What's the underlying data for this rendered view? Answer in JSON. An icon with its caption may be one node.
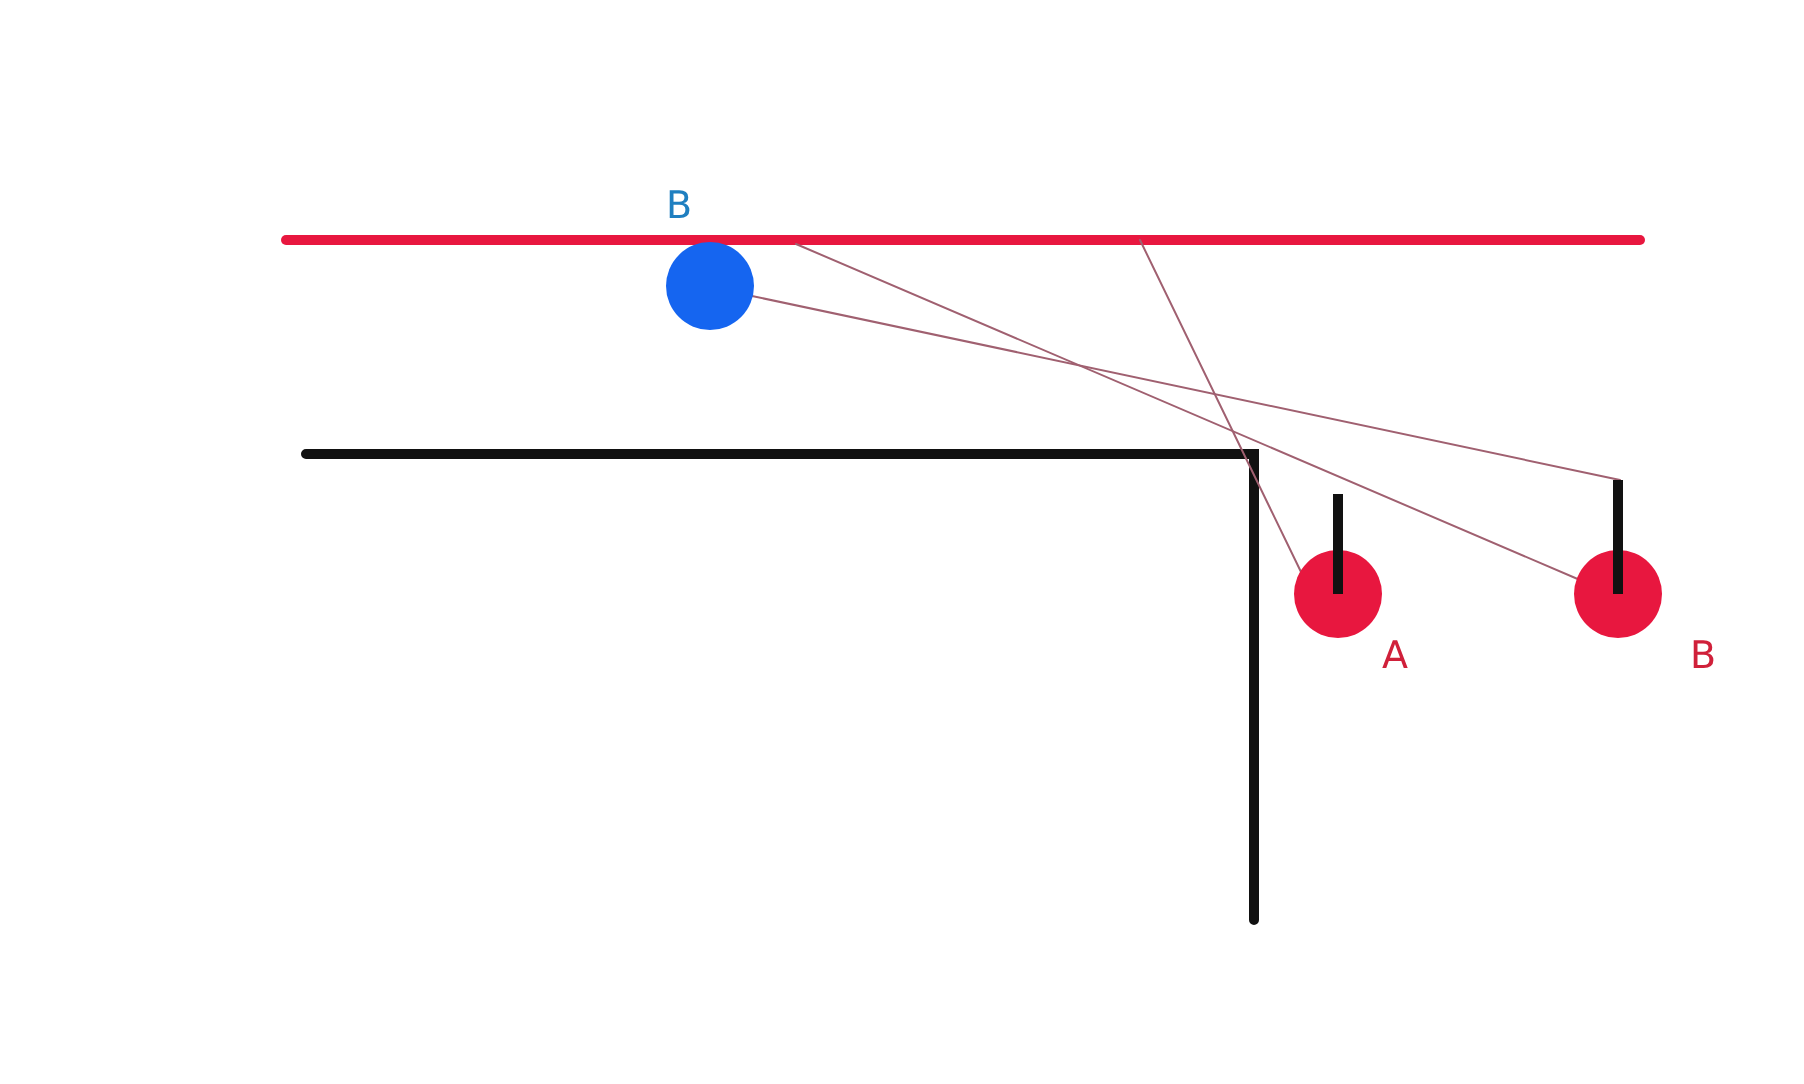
{
  "diagram": {
    "nodes": [
      {
        "text": [
          "B"
        ]
      },
      {
        "text": [
          "A"
        ]
      },
      {
        "text": [
          "B"
        ]
      }
    ],
    "edges": [
      {
        "from": 0,
        "to": 2,
        "arrow": "none"
      },
      {
        "from": 2,
        "to": null,
        "arrow": "none"
      },
      {
        "from": 1,
        "to": null,
        "arrow": "none"
      }
    ]
  }
}
